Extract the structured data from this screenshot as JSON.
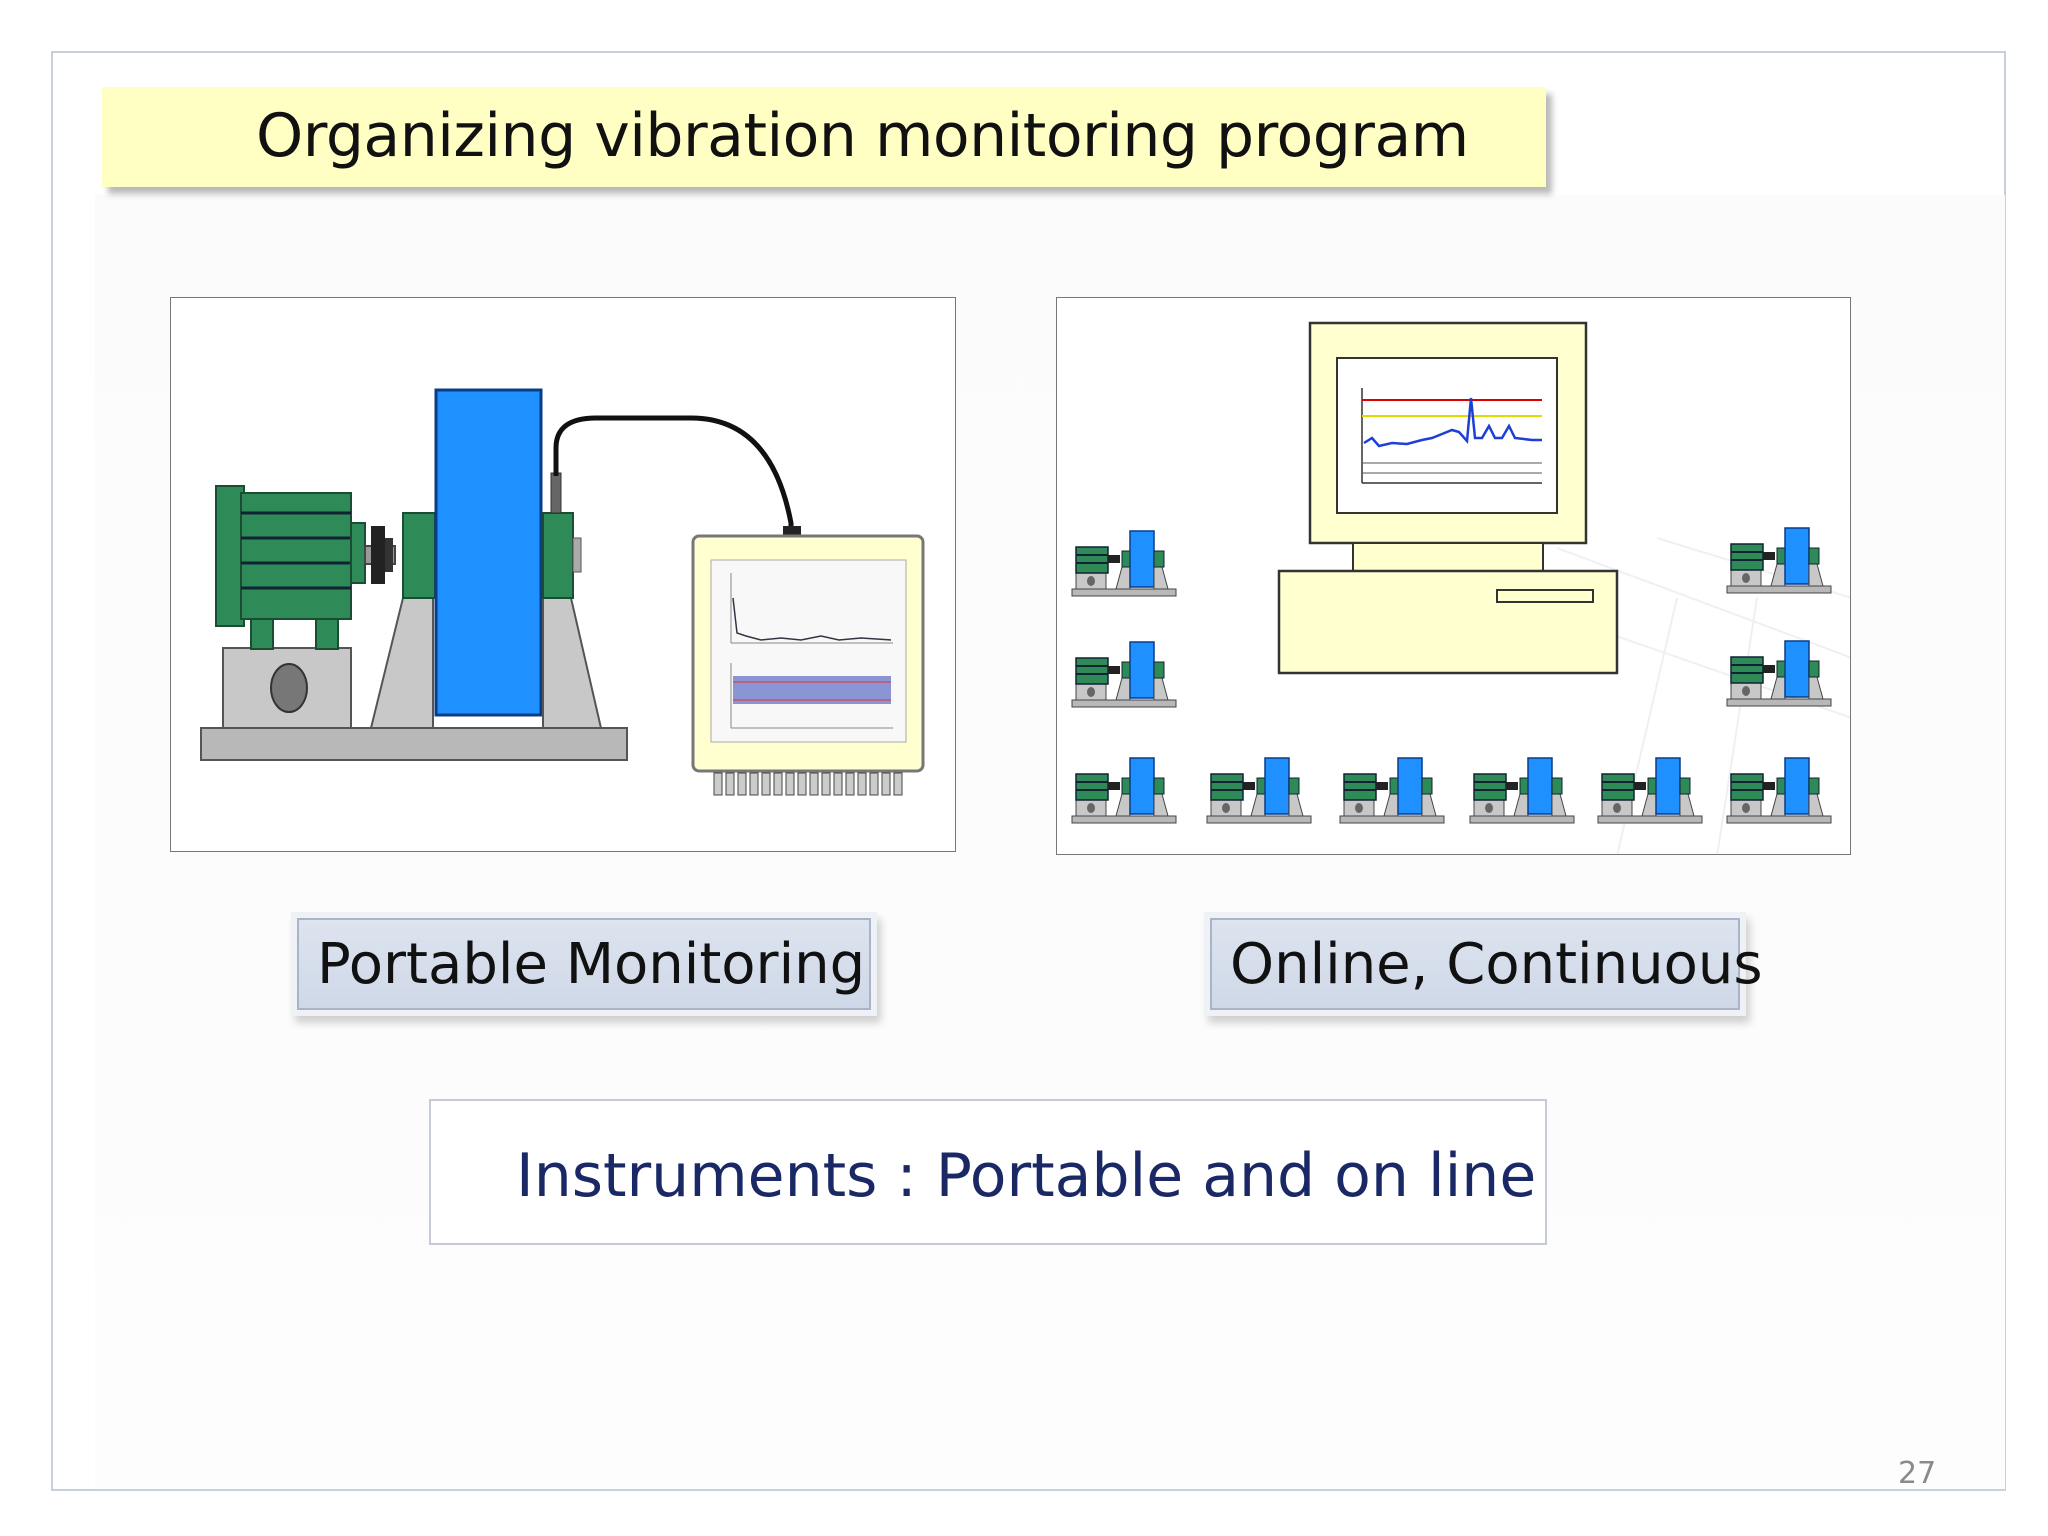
{
  "slide": {
    "title": "Organizing vibration monitoring program",
    "left_caption": "Portable Monitoring",
    "right_caption": "Online, Continuous",
    "subtitle": "Instruments : Portable and on line",
    "page_number": "27"
  },
  "colors": {
    "title_bg": "#ffffc4",
    "motor_green": "#2e8b57",
    "machine_blue": "#1e90ff",
    "base_gray": "#b0b0b0",
    "screen_bg": "#ffffd0",
    "subtitle_text": "#1a2966"
  },
  "icons": {
    "portable": "portable-monitoring-illustration",
    "online": "online-monitoring-illustration"
  }
}
